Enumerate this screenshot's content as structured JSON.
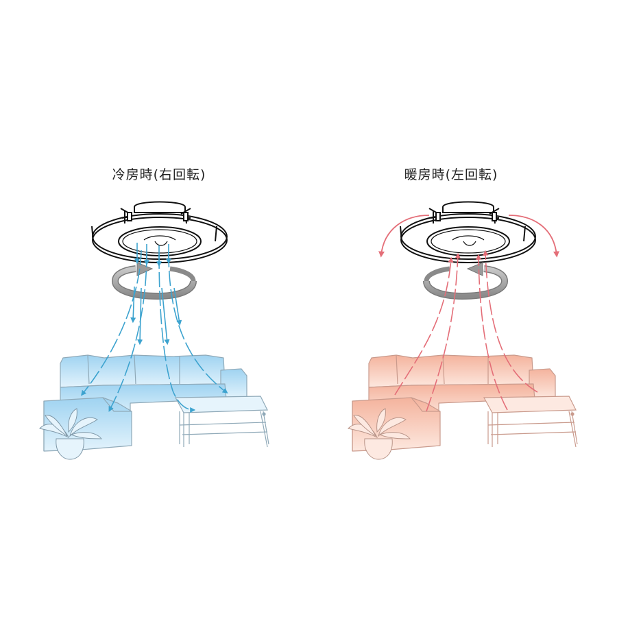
{
  "panels": {
    "cooling": {
      "title": "冷房時(右回転)",
      "rotation": "clockwise",
      "airflow": "downward",
      "accent_color": "#3da3cf",
      "furniture_tint": "#a9d8f2"
    },
    "heating": {
      "title": "暖房時(左回転)",
      "rotation": "counter-clockwise",
      "airflow": "upward",
      "accent_color": "#e46e78",
      "furniture_tint": "#f4b7a3"
    }
  },
  "icons": {
    "fan": "ceiling-fan-icon",
    "rotation": "rotation-arrow-icon",
    "sofa": "sofa-icon",
    "table": "coffee-table-icon",
    "plant": "potted-plant-icon"
  }
}
